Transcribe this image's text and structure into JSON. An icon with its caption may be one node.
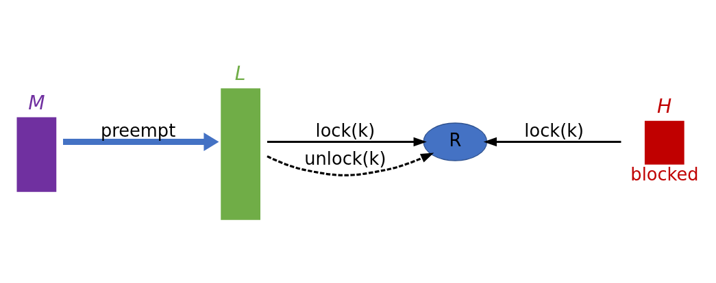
{
  "diagram": {
    "nodes": [
      {
        "text": [
          "M"
        ]
      },
      {
        "text": [
          "L"
        ]
      },
      {
        "text": [
          "R"
        ]
      },
      {
        "text": [
          "H"
        ],
        "beside": [
          "blocked"
        ]
      }
    ],
    "edges": [
      {
        "from": 0,
        "to": 1,
        "arrow": "to",
        "label": "preempt",
        "style": "thick",
        "color": "#4472c4"
      },
      {
        "from": 1,
        "to": 2,
        "arrow": "to",
        "label": "lock(k)"
      },
      {
        "from": 1,
        "to": 2,
        "arrow": "to",
        "label": "unlock(k)",
        "style": "dashed"
      },
      {
        "from": 3,
        "to": 2,
        "arrow": "to",
        "label": "lock(k)"
      }
    ]
  }
}
